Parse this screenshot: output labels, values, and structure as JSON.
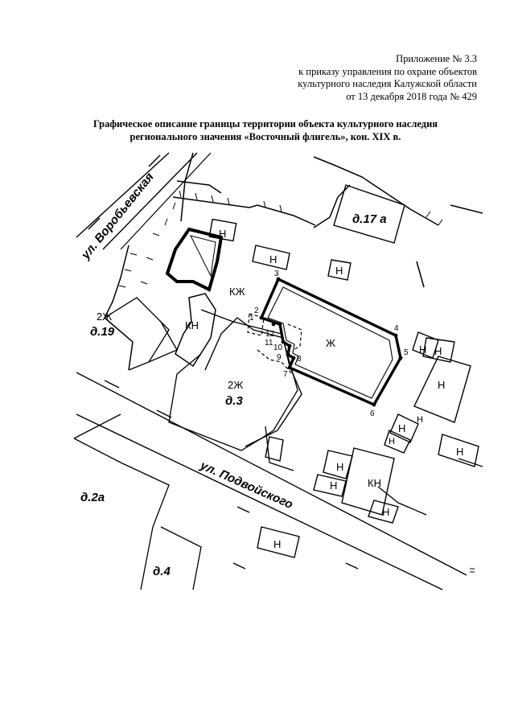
{
  "header": {
    "line1": "Приложение № 3.3",
    "line2": "к приказу управления по охране объектов",
    "line3": "культурного наследия Калужской области",
    "line4": "от 13 декабря 2018 года № 429"
  },
  "title": {
    "line1": "Графическое описание границы территории объекта культурного наследия",
    "line2": "регионального значения «Восточный флигель», кон. XIX в."
  },
  "map": {
    "streets": {
      "vorobyevskaya": "ул. Воробьевская",
      "podvoyskogo": "ул. Подвойского"
    },
    "houses": {
      "d17a": "д.17 а",
      "d19": "д.19",
      "d3": "д.3",
      "d2a": "д.2а",
      "d4": "д.4"
    },
    "building_codes": {
      "n": "Н",
      "kn": "КН",
      "kzh": "КЖ",
      "zh": "Ж",
      "two_zh": "2Ж"
    },
    "points": [
      "1",
      "2",
      "3",
      "4",
      "5",
      "6",
      "7",
      "8",
      "9",
      "10",
      "11",
      "12"
    ]
  }
}
